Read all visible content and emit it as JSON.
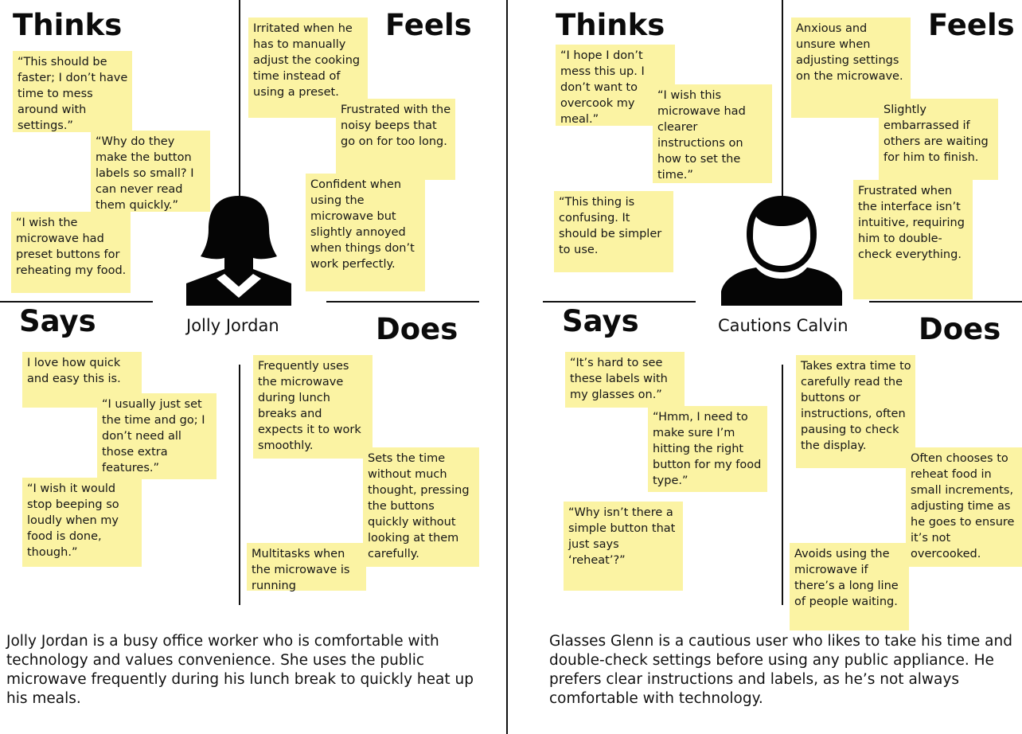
{
  "personas": [
    {
      "name": "Jolly Jordan",
      "thinks_label": "Thinks",
      "feels_label": "Feels",
      "says_label": "Says",
      "does_label": "Does",
      "thinks": [
        "“This should be faster; I don’t have time to mess around with settings.”",
        "“Why do they make the button labels so small? I can never read them quickly.”",
        "“I wish the microwave had preset buttons for reheating my food."
      ],
      "feels": [
        "Irritated when he has to manually adjust the cooking time instead of using a preset.",
        "Frustrated with the noisy beeps that go on for too long.",
        "Confident when using the microwave but slightly annoyed when things don’t work perfectly."
      ],
      "says": [
        "I love how quick and easy this is.",
        "“I usually just set the time and go; I don’t need all those extra features.”",
        "“I wish it would stop beeping so loudly when my food is done, though.”"
      ],
      "does": [
        "Frequently uses the microwave during lunch breaks and expects it to work smoothly.",
        "Sets the time without much thought, pressing the buttons quickly without looking at them carefully.",
        "Multitasks when the microwave is running"
      ],
      "description": "Jolly Jordan is a busy office worker who is comfortable with technology and values convenience. She uses the public microwave frequently during his lunch break to quickly heat up his meals.",
      "avatar_icon": "woman-silhouette-icon"
    },
    {
      "name": "Cautions Calvin",
      "thinks_label": "Thinks",
      "feels_label": "Feels",
      "says_label": "Says",
      "does_label": "Does",
      "thinks": [
        "“I hope I don’t mess this up. I don’t want to overcook my meal.”",
        "“I wish this microwave had clearer instructions on how to set the time.”",
        "“This thing is confusing. It should be simpler to use."
      ],
      "feels": [
        "Anxious and unsure when adjusting settings on the microwave.",
        "Slightly embarrassed if others are waiting for him to finish.",
        "Frustrated when the interface isn’t intuitive, requiring him to double-check everything."
      ],
      "says": [
        "“It’s hard to see these labels with my glasses on.”",
        "“Hmm, I need to make sure I’m hitting the right button for my food type.”",
        "“Why isn’t there a simple button that just says ‘reheat’?”"
      ],
      "does": [
        "Takes extra time to carefully read the buttons or instructions, often pausing to check the display.",
        "Often chooses to reheat food in small increments, adjusting time as he goes to ensure it’s not overcooked.",
        "Avoids using the microwave if there’s a long line of people waiting."
      ],
      "description": "Glasses Glenn is a cautious user who likes to take his time and double-check settings before using any public appliance. He prefers clear instructions and labels, as he’s not always comfortable with technology.",
      "avatar_icon": "man-silhouette-icon"
    }
  ],
  "colors": {
    "sticky_note": "#fbf3a3",
    "ink": "#111111",
    "background": "#ffffff"
  }
}
